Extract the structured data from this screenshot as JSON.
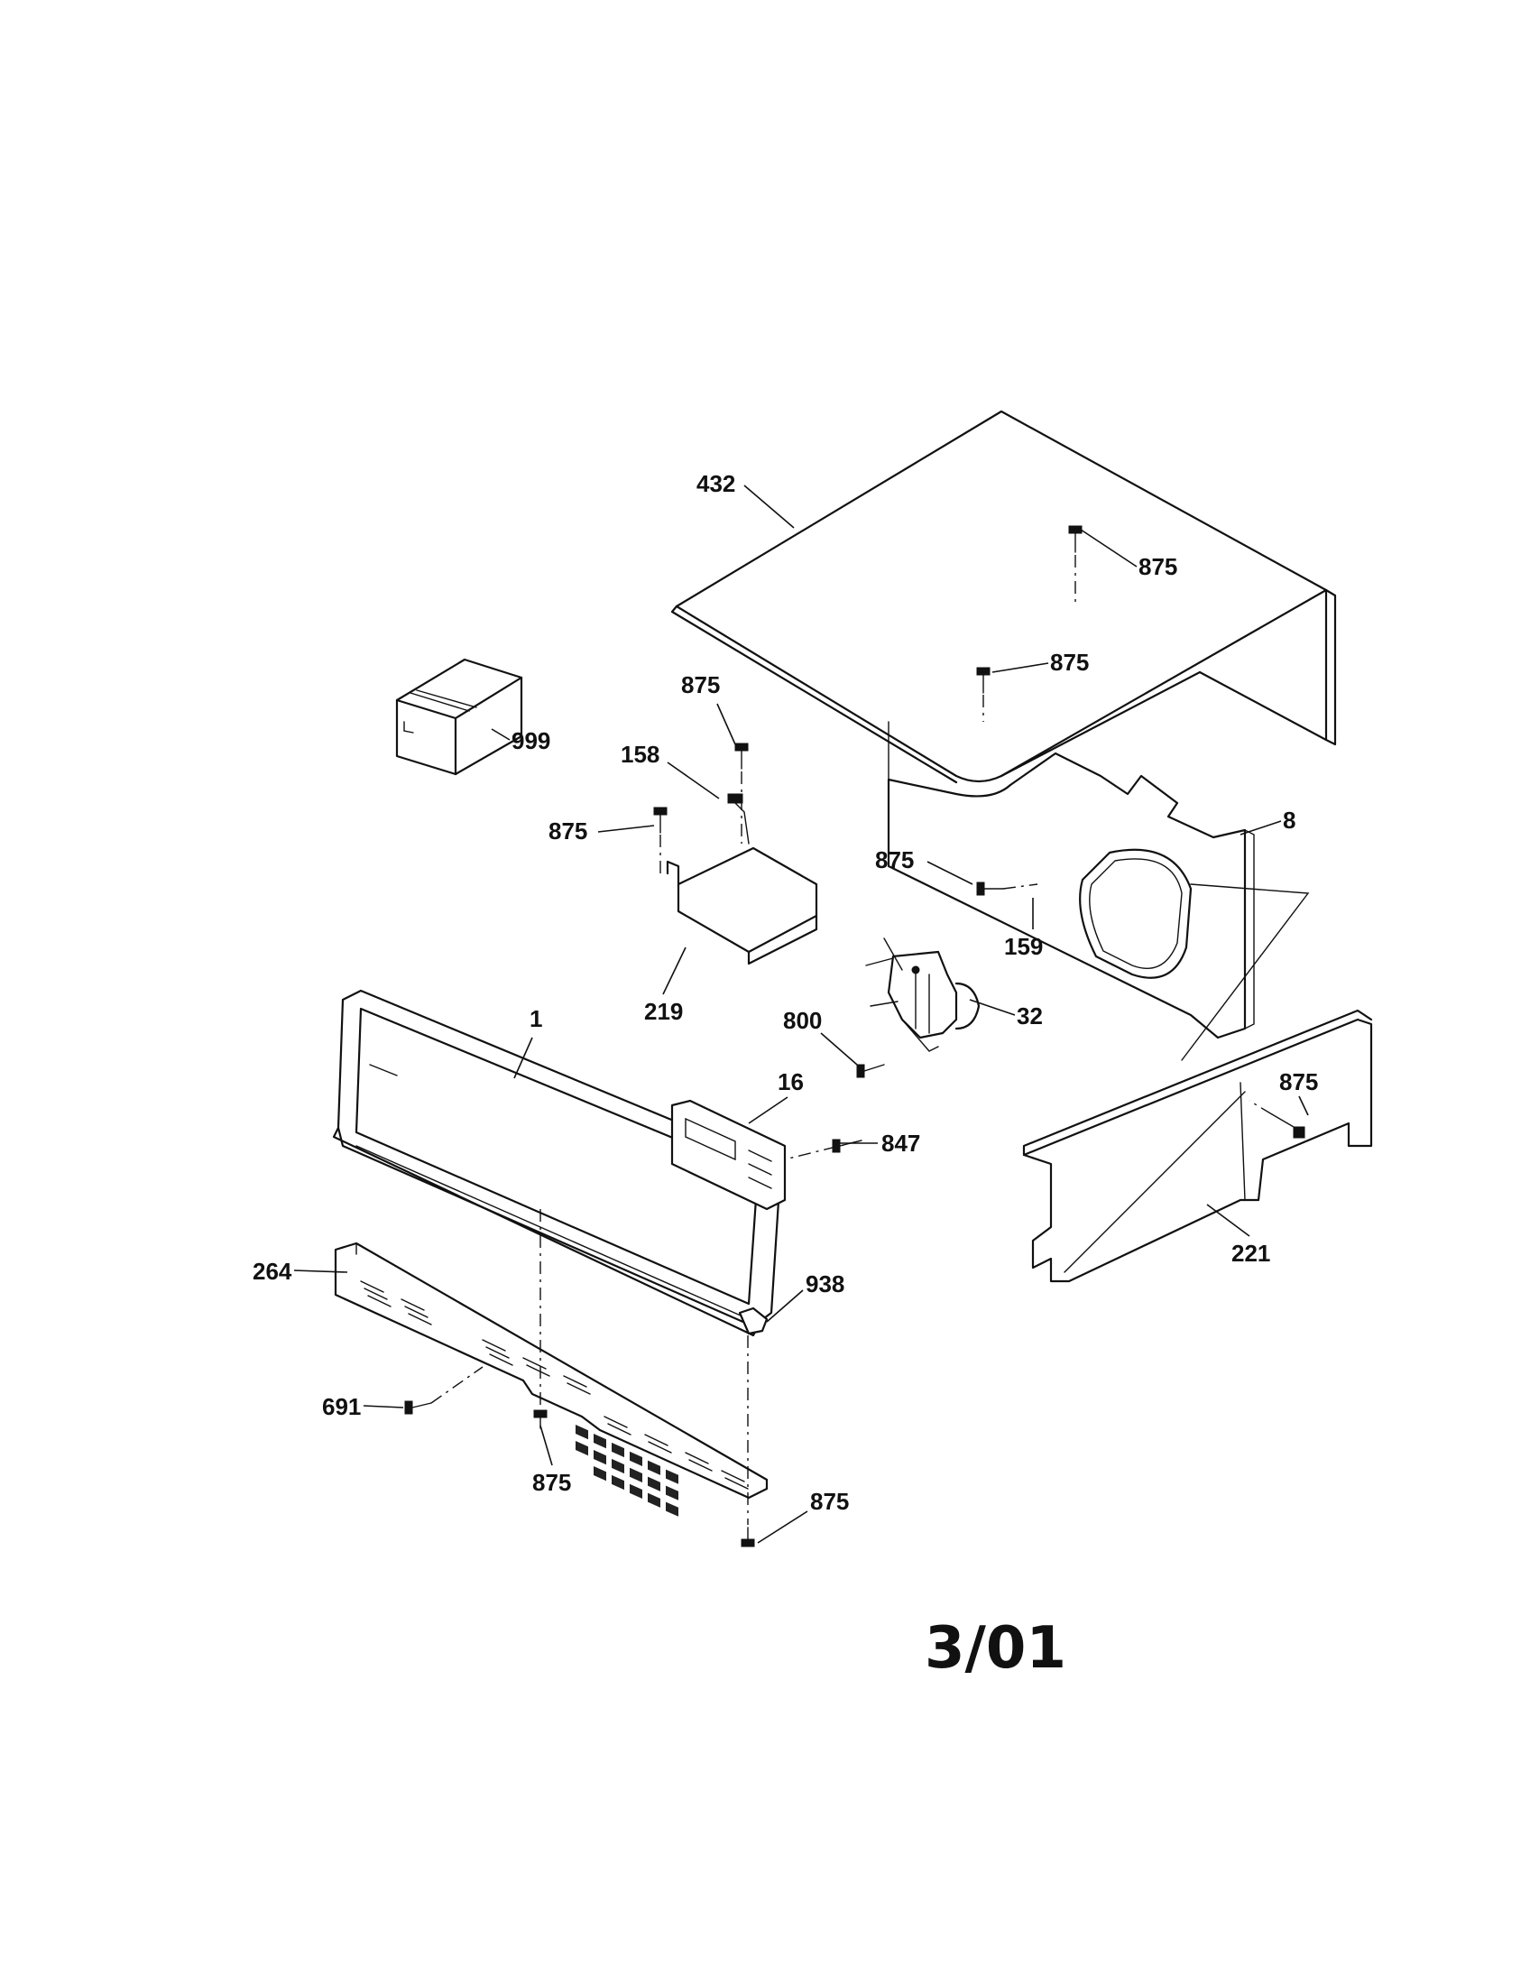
{
  "callouts": {
    "c432": "432",
    "c875_top": "875",
    "c875_mid": "875",
    "c999": "999",
    "c875_bracket_top": "875",
    "c158": "158",
    "c875_bracket_left": "875",
    "c219": "219",
    "c8": "8",
    "c875_fan": "875",
    "c159": "159",
    "c800": "800",
    "c32": "32",
    "c1": "1",
    "c16": "16",
    "c847": "847",
    "c875_right": "875",
    "c221": "221",
    "c264": "264",
    "c938": "938",
    "c691": "691",
    "c875_bottom_left": "875",
    "c875_bottom_right": "875"
  },
  "revision_date": "3/01"
}
